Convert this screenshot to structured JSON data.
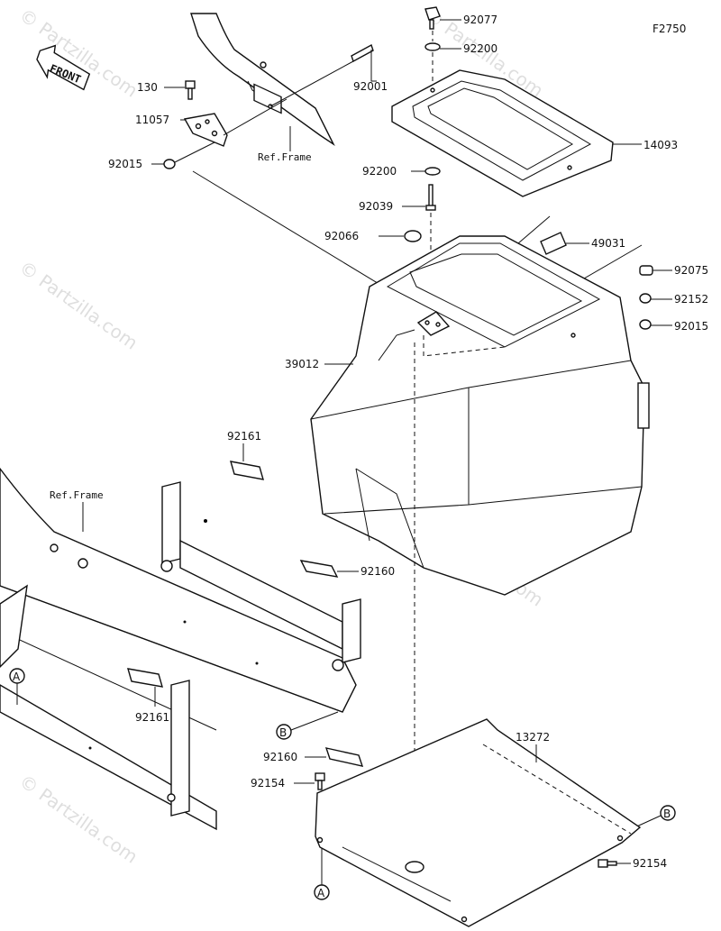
{
  "figure_id": "F2750",
  "front_label": "FRONT",
  "ref_frame_label": "Ref.Frame",
  "watermark": "© Partzilla.com",
  "part_numbers": {
    "p92077": "92077",
    "p92200_top": "92200",
    "p92001": "92001",
    "p130": "130",
    "p11057": "11057",
    "p92015_left": "92015",
    "p14093": "14093",
    "p92200_mid": "92200",
    "p92039": "92039",
    "p92066": "92066",
    "p49031": "49031",
    "p92075": "92075",
    "p92152": "92152",
    "p92015_right": "92015",
    "p39012": "39012",
    "p92161_top": "92161",
    "p92160_top": "92160",
    "p92161_bottom": "92161",
    "p92160_bottom": "92160",
    "p13272": "13272",
    "p92154_left": "92154",
    "p92154_right": "92154"
  },
  "callouts": {
    "a_left": "A",
    "b_left": "B",
    "a_bottom": "A",
    "b_right": "B"
  }
}
